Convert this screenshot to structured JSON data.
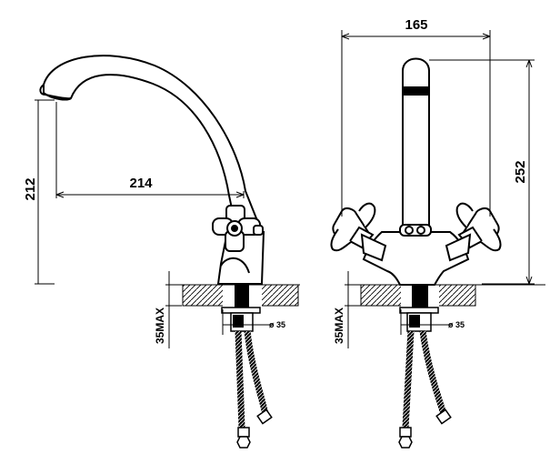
{
  "drawing": {
    "side_view": {
      "height_label": "212",
      "reach_label": "214",
      "max_thickness_label": "35MAX",
      "hole_label": "ø 35"
    },
    "front_view": {
      "width_label": "165",
      "height_label": "252",
      "max_thickness_label": "35MAX",
      "hole_label": "ø 35"
    }
  }
}
